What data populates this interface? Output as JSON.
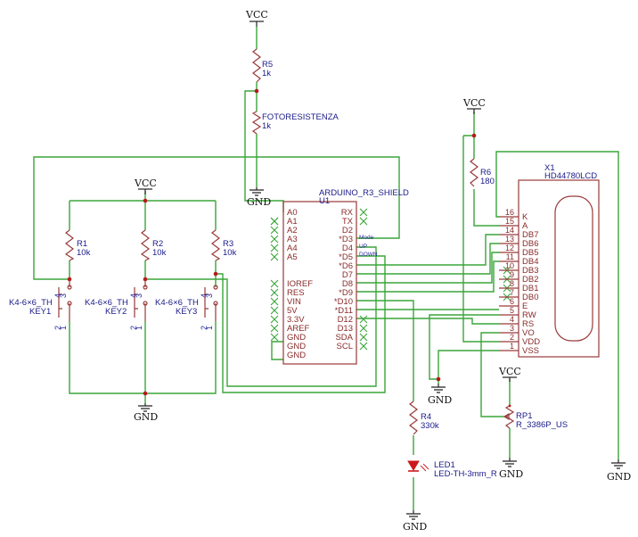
{
  "power": {
    "vcc": "VCC",
    "gnd": "GND"
  },
  "r5": {
    "ref": "R5",
    "value": "1k"
  },
  "ldr": {
    "ref": "FOTORESISTENZA",
    "value": "1k"
  },
  "r1": {
    "ref": "R1",
    "value": "10k"
  },
  "r2": {
    "ref": "R2",
    "value": "10k"
  },
  "r3": {
    "ref": "R3",
    "value": "10k"
  },
  "r4": {
    "ref": "R4",
    "value": "330k"
  },
  "r6": {
    "ref": "R6",
    "value": "180"
  },
  "key1": {
    "ref": "KEY1",
    "value": "K4-6×6_TH",
    "pins": [
      "4",
      "3",
      "2",
      "1"
    ]
  },
  "key2": {
    "ref": "KEY2",
    "value": "K4-6×6_TH",
    "pins": [
      "4",
      "3",
      "2",
      "1"
    ]
  },
  "key3": {
    "ref": "KEY3",
    "value": "K4-6×6_TH",
    "pins": [
      "4",
      "3",
      "2",
      "1"
    ]
  },
  "led": {
    "ref": "LED1",
    "value": "LED-TH-3mm_R"
  },
  "rp1": {
    "ref": "RP1",
    "value": "R_3386P_US"
  },
  "arduino": {
    "name": "ARDUINO_R3_SHIELD",
    "ref": "U1",
    "left_pins": [
      "A0",
      "A1",
      "A2",
      "A3",
      "A4",
      "A5",
      "IOREF",
      "RES",
      "VIN",
      "5V",
      "3.3V",
      "AREF",
      "GND",
      "GND",
      "GND"
    ],
    "right_pins": [
      "RX",
      "TX",
      "D2",
      "*D3",
      "D4",
      "*D5",
      "*D6",
      "D7",
      "D8",
      "*D9",
      "*D10",
      "*D11",
      "D12",
      "D13",
      "SDA",
      "SCL"
    ]
  },
  "net_labels": {
    "mode": "Mode",
    "up": "UP",
    "down": "DOWN"
  },
  "lcd": {
    "ref": "X1",
    "name": "HD44780LCD",
    "pin_numbers": [
      "16",
      "15",
      "14",
      "13",
      "12",
      "11",
      "10",
      "9",
      "8",
      "7",
      "6",
      "5",
      "4",
      "3",
      "2",
      "1"
    ],
    "pin_names": [
      "K",
      "A",
      "DB7",
      "DB6",
      "DB5",
      "DB4",
      "DB3",
      "DB2",
      "DB1",
      "DB0",
      "E",
      "RW",
      "RS",
      "VO",
      "VDD",
      "VSS"
    ]
  }
}
